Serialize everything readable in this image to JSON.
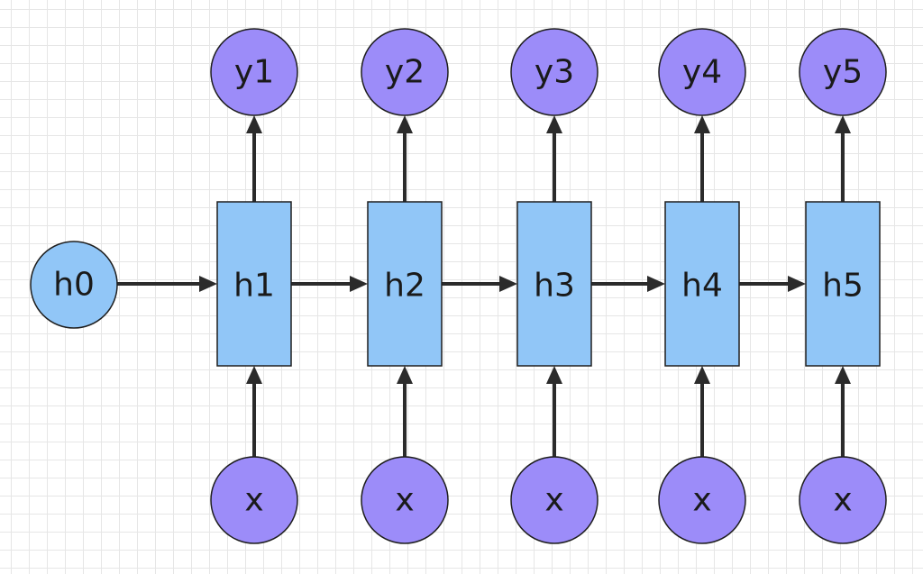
{
  "diagram": {
    "colors": {
      "purple_node": "#9C8CF9",
      "blue_node": "#91C6F7",
      "edge": "#2B2B2B",
      "grid": "#E6E6E6",
      "background": "#FFFFFF"
    },
    "initial_state": {
      "label": "h0",
      "shape": "circle",
      "color": "blue_node"
    },
    "cells": [
      {
        "hidden": "h1",
        "output": "y1",
        "input": "x"
      },
      {
        "hidden": "h2",
        "output": "y2",
        "input": "x"
      },
      {
        "hidden": "h3",
        "output": "y3",
        "input": "x"
      },
      {
        "hidden": "h4",
        "output": "y4",
        "input": "x"
      },
      {
        "hidden": "h5",
        "output": "y5",
        "input": "x"
      }
    ],
    "edges": [
      {
        "from": "h0",
        "to": "h1"
      },
      {
        "from": "h1",
        "to": "h2"
      },
      {
        "from": "h2",
        "to": "h3"
      },
      {
        "from": "h3",
        "to": "h4"
      },
      {
        "from": "h4",
        "to": "h5"
      },
      {
        "from": "x",
        "to": "h1"
      },
      {
        "from": "x",
        "to": "h2"
      },
      {
        "from": "x",
        "to": "h3"
      },
      {
        "from": "x",
        "to": "h4"
      },
      {
        "from": "x",
        "to": "h5"
      },
      {
        "from": "h1",
        "to": "y1"
      },
      {
        "from": "h2",
        "to": "y2"
      },
      {
        "from": "h3",
        "to": "y3"
      },
      {
        "from": "h4",
        "to": "y4"
      },
      {
        "from": "h5",
        "to": "y5"
      }
    ]
  }
}
